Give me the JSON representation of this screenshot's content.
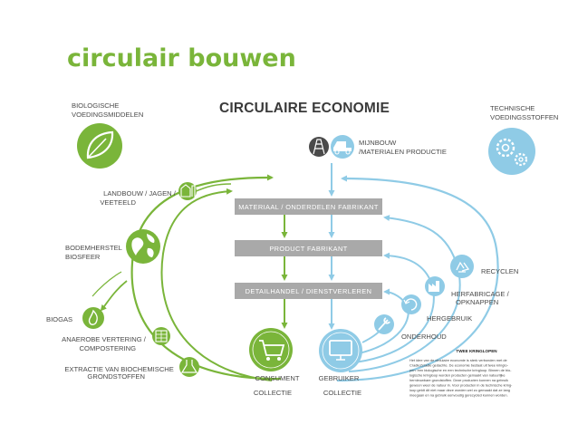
{
  "brand": "circulair bouwen",
  "title": "CIRCULAIRE ECONOMIE",
  "bio_heading": [
    "BIOLOGISCHE",
    "VOEDINGSMIDDELEN"
  ],
  "tech_heading": [
    "TECHNISCHE",
    "VOEDINGSSTOFFEN"
  ],
  "mining": [
    "MIJNBOUW",
    "/MATERIALEN PRODUCTIE"
  ],
  "boxes": {
    "box1": "MATERIAAL / ONDERDELEN FABRIKANT",
    "box2": "PRODUCT FABRIKANT",
    "box3": "DETAILHANDEL / DIENSTVERLEREN"
  },
  "bio_labels": {
    "farming": [
      "LANDBOUW / JAGEN /",
      "VEETEELD"
    ],
    "soil": [
      "BODEMHERSTEL",
      "BIOSFEER"
    ],
    "biogas": "BIOGAS",
    "anaerobic": [
      "ANAEROBE VERTERING /",
      "COMPOSTERING"
    ],
    "extraction": [
      "EXTRACTIE VAN BIOCHEMISCHE",
      "GRONDSTOFFEN"
    ]
  },
  "tech_labels": {
    "recycle": "RECYCLEN",
    "refurbish": [
      "HERFABRICAGE /",
      "OPKNAPPEN"
    ],
    "reuse": "HERGEBRUIK",
    "maintain": "ONDERHOUD"
  },
  "bottom": {
    "consumer": "CONSUMENT",
    "user": "GEBRUIKER",
    "collect_left": "COLLECTIE",
    "collect_right": "COLLECTIE"
  },
  "note": {
    "title": "TWEE KRINGLOPEN",
    "lines": [
      "Het idee van de circulaire economie is sterk verbonden met de",
      "CradleZcradle gedachte. De economie bestaat uit twee kringlo-",
      "pen: een biologische en een technische kringloop. Binnen de bio-",
      "logische kringloop worden producten gemaakt van natuurlijke",
      "hernieuwbare grondstoffen. Deze producten kunnen na gebruik",
      "gewoon weer de natuur in. Voor producten in de technische kring-",
      "loop geldt dit niet maar deze worden wel zo gemaakt dat ze lang",
      "meegaan en na gebruik eenvoudig gerecycled kunnen worden."
    ]
  },
  "colors": {
    "green": "#7ab53a",
    "blue": "#8fcbe6",
    "grey": "#a9a9a9",
    "title": "#3a3a3a"
  }
}
